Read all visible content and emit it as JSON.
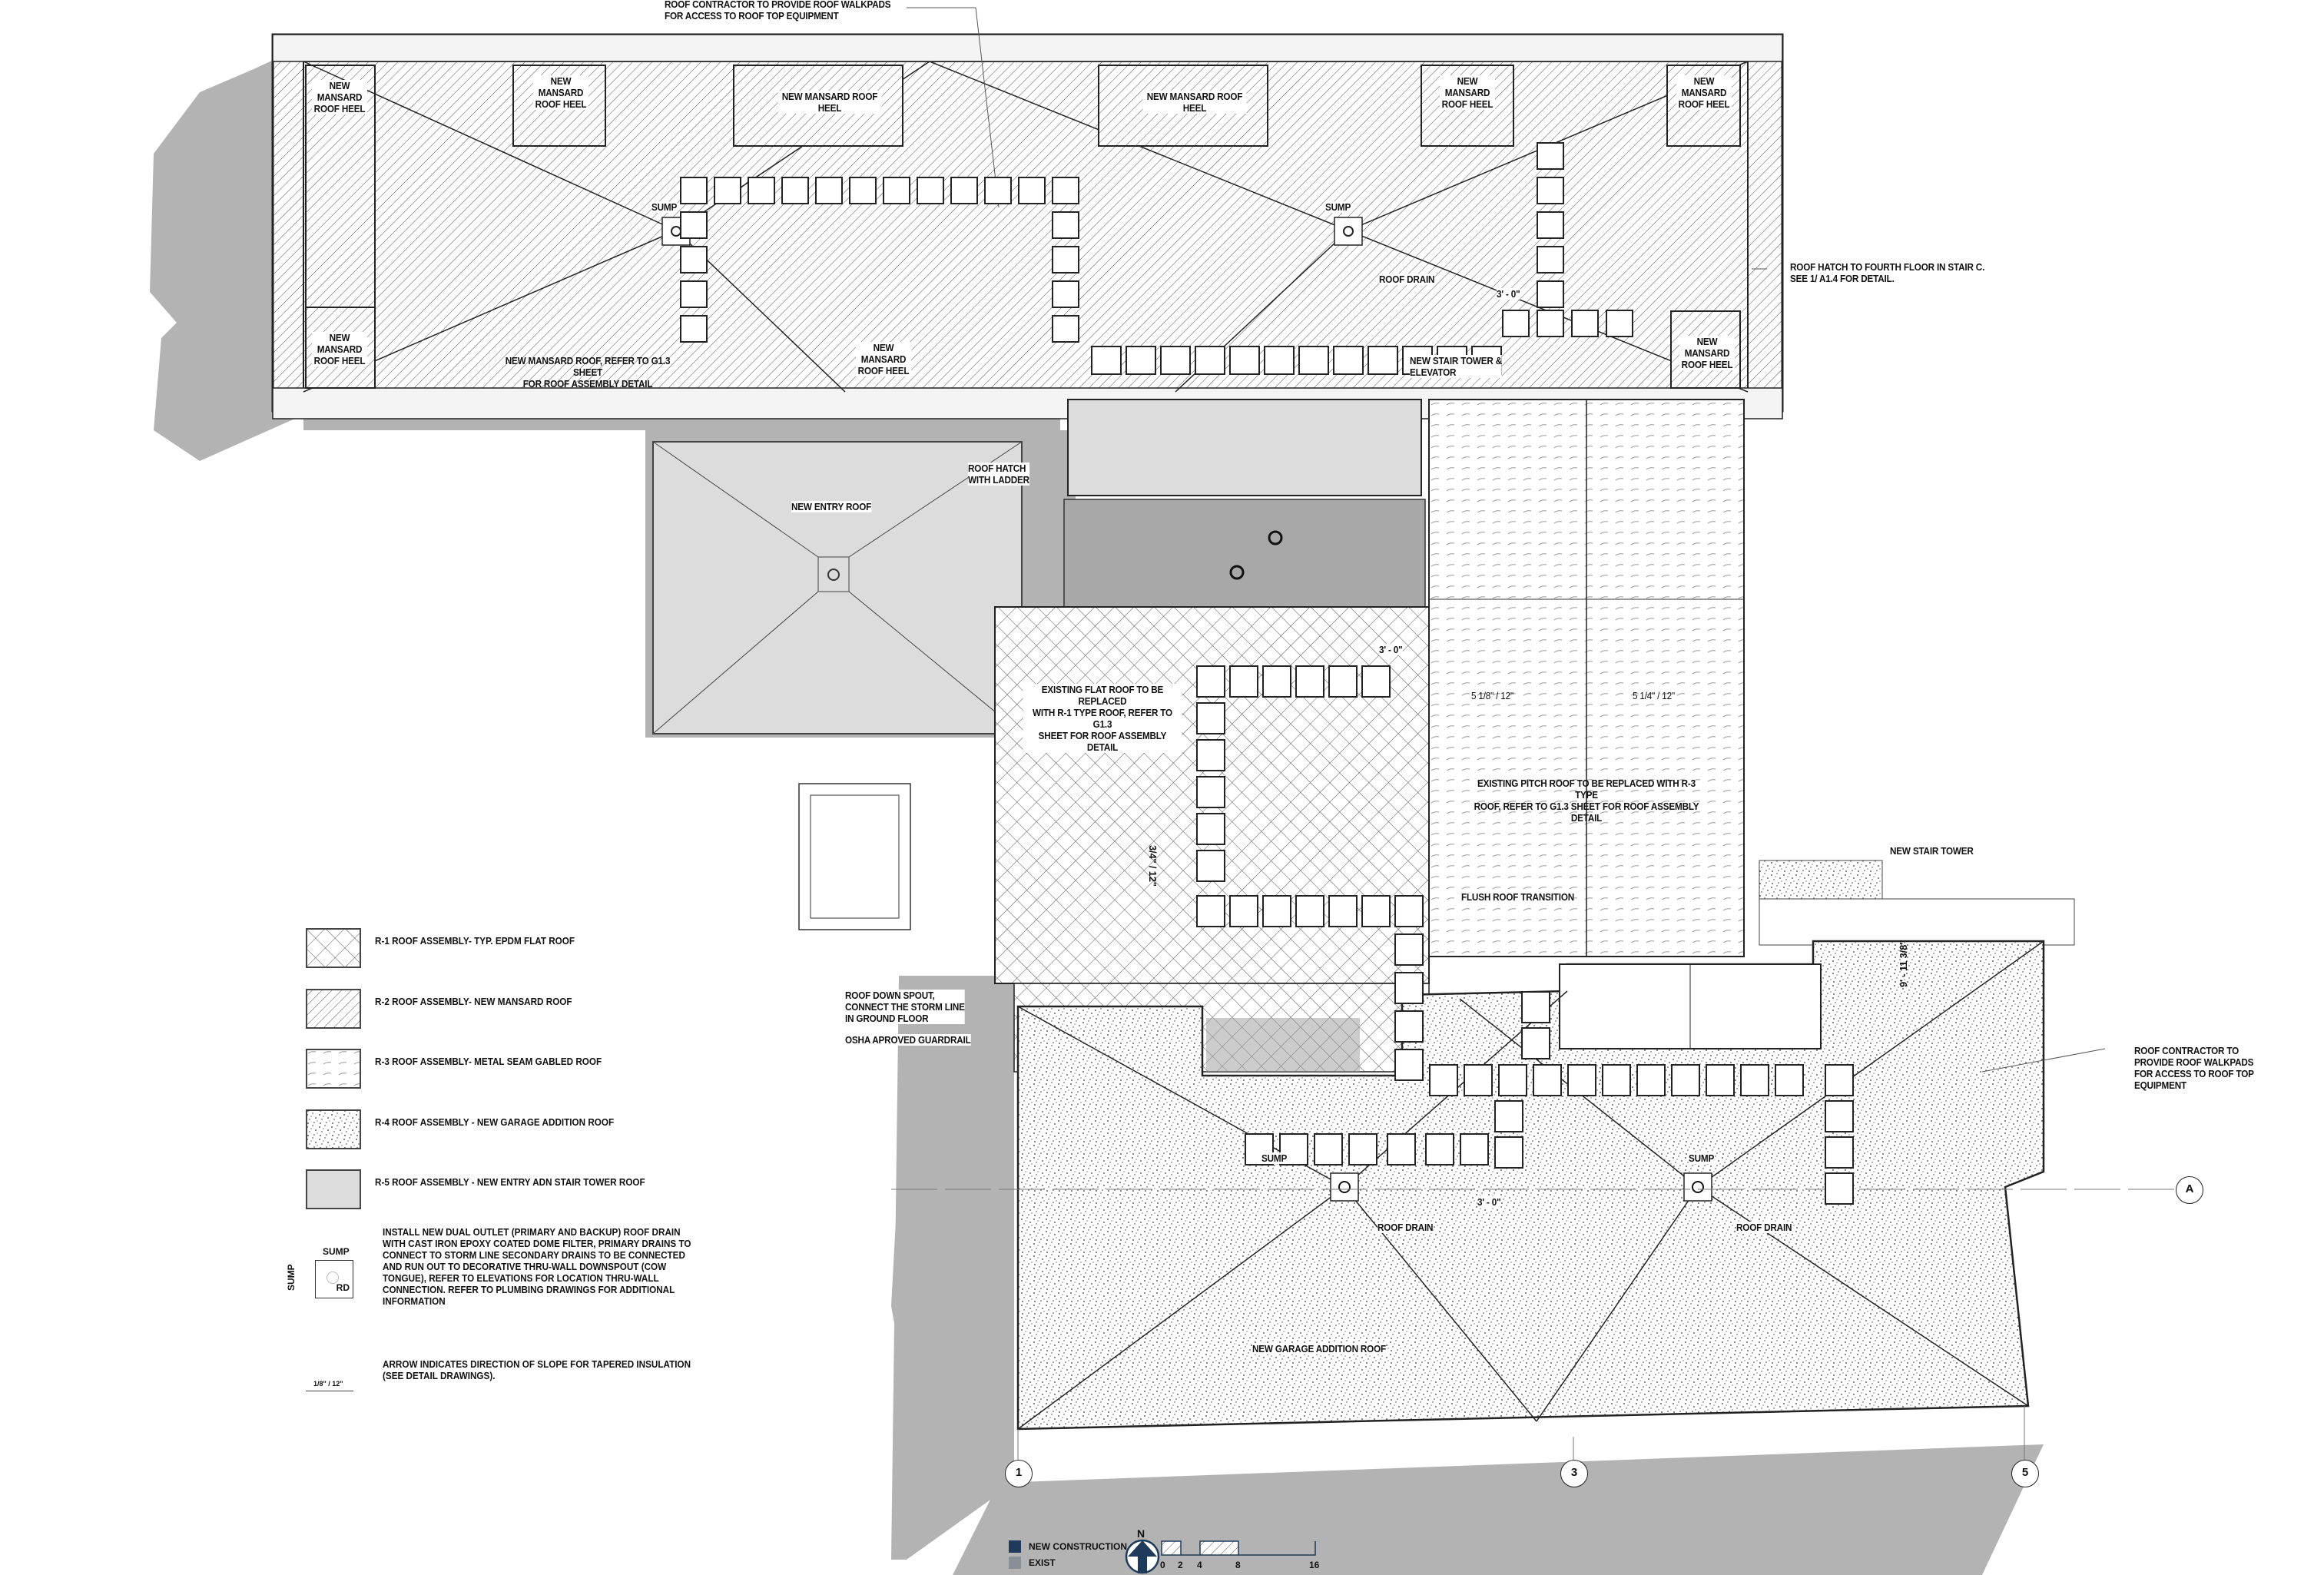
{
  "drawing": {
    "type": "Roof Plan",
    "top_callout": "ROOF CONTRACTOR TO PROVIDE ROOF WALKPADS\nFOR ACCESS TO ROOF TOP EQUIPMENT",
    "right_top_callout": "ROOF HATCH TO FOURTH FLOOR IN STAIR C.\nSEE 1/ A1.4 FOR DETAIL.",
    "right_mid_callout": "ROOF CONTRACTOR TO\nPROVIDE ROOF WALKPADS\nFOR ACCESS TO ROOF TOP\nEQUIPMENT"
  },
  "mansard_roof": {
    "heel_label": "NEW\nMANSARD\nROOF HEEL",
    "heel_label_wide": "NEW MANSARD ROOF HEEL",
    "main_note": "NEW MANSARD ROOF, REFER TO G1.3 SHEET\nFOR ROOF ASSEMBLY DETAIL",
    "sump_label": "SUMP",
    "roof_drain_label": "ROOF DRAIN",
    "stair_tower_label": "NEW STAIR TOWER &\nELEVATOR",
    "dim_3ft": "3' - 0\""
  },
  "entry_roof": {
    "label": "NEW ENTRY ROOF",
    "hatch_label": "ROOF HATCH\nWITH LADDER"
  },
  "flat_roof": {
    "note": "EXISTING FLAT ROOF TO BE REPLACED\nWITH R-1 TYPE ROOF, REFER TO G1.3\nSHEET FOR ROOF ASSEMBLY DETAIL",
    "dim_3ft": "3' - 0\"",
    "slope": "3/4\" / 12\""
  },
  "pitch_roof": {
    "note": "EXISTING PITCH ROOF TO BE REPLACED WITH R-3 TYPE\nROOF, REFER TO G1.3 SHEET FOR ROOF ASSEMBLY\nDETAIL",
    "slope_left": "5 1/8\" / 12\"",
    "slope_right": "5 1/4\" / 12\"",
    "flush_label": "FLUSH ROOF TRANSITION",
    "stair_tower_label": "NEW STAIR TOWER"
  },
  "garage_roof": {
    "label": "NEW GARAGE ADDITION ROOF",
    "sump_label": "SUMP",
    "roof_drain_label": "ROOF DRAIN",
    "dim_3ft": "3' - 0\"",
    "dim_vertical": "9' - 11 3/8\"",
    "downspout_note": "ROOF DOWN SPOUT,\nCONNECT THE STORM LINE\nIN GROUND FLOOR",
    "guardrail_note": "OSHA APROVED GUARDRAIL"
  },
  "grid_lines": {
    "columns": [
      "1",
      "3",
      "5"
    ],
    "rows": [
      "A"
    ]
  },
  "legend": {
    "items": [
      {
        "code": "R-1",
        "label": "R-1 ROOF ASSEMBLY- TYP. EPDM FLAT ROOF"
      },
      {
        "code": "R-2",
        "label": "R-2 ROOF ASSEMBLY- NEW MANSARD ROOF"
      },
      {
        "code": "R-3",
        "label": "R-3 ROOF ASSEMBLY-  METAL SEAM GABLED ROOF"
      },
      {
        "code": "R-4",
        "label": "R-4 ROOF ASSEMBLY - NEW GARAGE ADDITION ROOF"
      },
      {
        "code": "R-5",
        "label": "R-5 ROOF ASSEMBLY - NEW ENTRY ADN STAIR TOWER ROOF"
      }
    ],
    "drain_note": "INSTALL NEW DUAL OUTLET (PRIMARY AND BACKUP) ROOF DRAIN\nWITH CAST IRON EPOXY COATED DOME FILTER, PRIMARY DRAINS TO\nCONNECT TO STORM LINE SECONDARY DRAINS TO BE CONNECTED\nAND RUN OUT TO DECORATIVE THRU-WALL DOWNSPOUT (COW\nTONGUE), REFER TO ELEVATIONS FOR LOCATION THRU-WALL\nCONNECTION. REFER TO PLUMBING DRAWINGS FOR ADDITIONAL\nINFORMATION",
    "drain_symbol_sump": "SUMP",
    "drain_symbol_rd": "RD",
    "arrow_note": "ARROW INDICATES DIRECTION OF SLOPE FOR TAPERED INSULATION\n(SEE DETAIL DRAWINGS).",
    "arrow_slope": "1/8\"  /  12\""
  },
  "key": {
    "new_construction": "NEW CONSTRUCTION",
    "exist": "EXIST",
    "new_color": "#1f3a5a",
    "exist_color": "#8a8f96"
  },
  "north_arrow": {
    "label": "N"
  },
  "scale_bar": {
    "ticks": [
      "0",
      "2",
      "4",
      "8",
      "16"
    ]
  }
}
